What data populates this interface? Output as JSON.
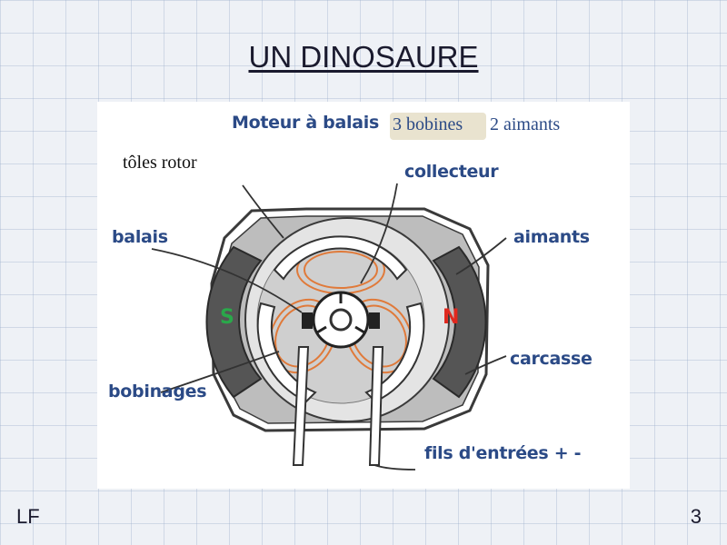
{
  "slide": {
    "title": "UN DINOSAURE",
    "footer_left": "LF",
    "page_number": "3"
  },
  "diagram": {
    "heading_prefix": "Moteur  à balais",
    "heading_bobines": "3 bobines",
    "heading_suffix": "2 aimants",
    "overlay_label": "tôles rotor",
    "labels": {
      "collecteur": "collecteur",
      "balais": "balais",
      "aimants": "aimants",
      "carcasse": "carcasse",
      "bobinages": "bobinages",
      "fils": "fils d'entrées + -"
    },
    "poles": {
      "south": "S",
      "north": "N"
    },
    "colors": {
      "label_blue": "#2b4a86",
      "magnet_dark": "#555555",
      "frame_gray": "#bdbdbd",
      "rotor_gray": "#cfcfcf",
      "winding_orange": "#e07a3a",
      "south_green": "#2aa84a",
      "north_red": "#e0281e"
    }
  }
}
